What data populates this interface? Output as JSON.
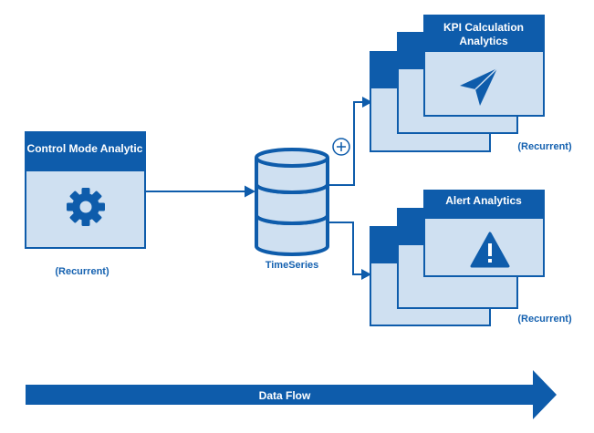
{
  "control_card": {
    "title": "Control Mode Analytic",
    "footer": "(Recurrent)",
    "icon": "gear-icon"
  },
  "database": {
    "label": "TimeSeries",
    "icon": "database-icon"
  },
  "kpi_card": {
    "title_line1": "KPI Calculation",
    "title_line2": "Analytics",
    "footer": "(Recurrent)",
    "icon": "send-icon"
  },
  "alert_card": {
    "title": "Alert Analytics",
    "footer": "(Recurrent)",
    "icon": "warning-icon"
  },
  "data_flow": {
    "label": "Data Flow"
  },
  "colors": {
    "primary": "#0e5cab",
    "card_fill": "#cfe0f1",
    "text_blue": "#1461b0"
  }
}
